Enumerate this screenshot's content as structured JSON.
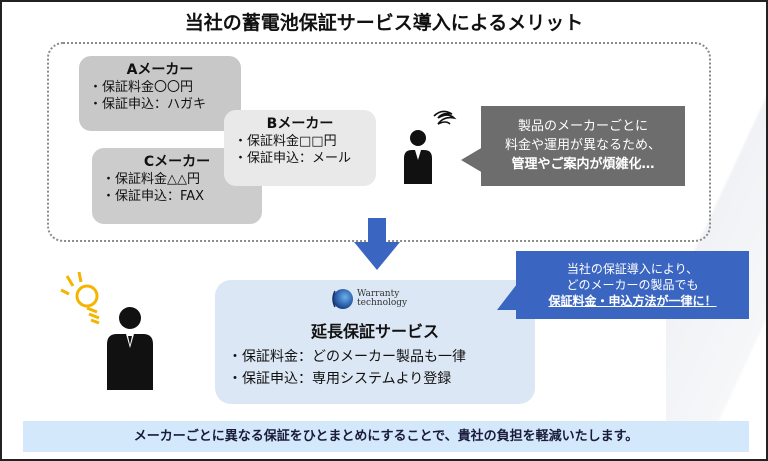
{
  "title": "当社の蓄電池保証サービス導入によるメリット",
  "before": {
    "makers": [
      {
        "name": "Aメーカー",
        "fee": "・保証料金〇〇円",
        "apply": "・保証申込：ハガキ"
      },
      {
        "name": "Bメーカー",
        "fee": "・保証料金□□円",
        "apply": "・保証申込：メール"
      },
      {
        "name": "Cメーカー",
        "fee": "・保証料金△△円",
        "apply": "・保証申込：FAX"
      }
    ],
    "complaint": {
      "line1": "製品のメーカーごとに",
      "line2": "料金や運用が異なるため、",
      "line3": "管理やご案内が煩雑化…"
    }
  },
  "service": {
    "logo_line1": "Warranty",
    "logo_line2": "technology",
    "title": "延長保証サービス",
    "line1": "・保証料金：どのメーカー製品も一律",
    "line2": "・保証申込：専用システムより登録"
  },
  "benefit": {
    "line1": "当社の保証導入により、",
    "line2": "どのメーカーの製品でも",
    "line3": "保証料金・申込方法が一律に！"
  },
  "footer": "メーカーごとに異なる保証をひとまとめにすることで、貴社の負担を軽減いたします。",
  "colors": {
    "accent_blue": "#3a65c0",
    "bulb_yellow": "#f5b400",
    "footer_bg": "#d3e8fa",
    "service_bg": "#dbe7f4",
    "bubble_gray": "#6d6d6d"
  }
}
